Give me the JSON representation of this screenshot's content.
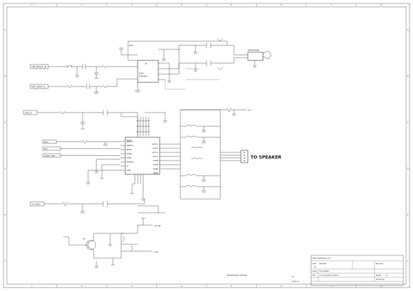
{
  "border": {
    "top_numbers": [
      "1",
      "2",
      "3",
      "4",
      "5",
      "6",
      "7",
      "8"
    ],
    "side_letters": [
      "A",
      "B",
      "C",
      "D",
      "E",
      "F"
    ]
  },
  "headphone_section": {
    "ic_ref": "U10",
    "ic_part": "TDA2822",
    "inputs": [
      "HP_ROUT_R",
      "HP_LOUT_L"
    ],
    "jack_label": "HEADPHONE"
  },
  "amp_section": {
    "ic_ref": "U14",
    "input": "LINE_IN",
    "left_pins": [
      "INPUT1",
      "INPUT2",
      "MUTE",
      "SHDN",
      "GAIN",
      "BYPASS",
      "TJ",
      "GND"
    ],
    "right_pins": [
      "OUT1+",
      "OUT1-",
      "OUT2+",
      "OUT2-",
      "PVDD",
      "PVDD",
      "PGND",
      "PGND"
    ],
    "mic_labels": [
      "MIC+",
      "MIC-",
      "AUDIO_GND"
    ],
    "speaker_label": "TO SPEAKER",
    "supply": "+5V"
  },
  "bottom_section": {
    "input": "AV_MUTE",
    "transistor": "Q5",
    "rails": [
      "+5V_SB",
      "+12V"
    ]
  },
  "title_block": {
    "company": "http://www.elec.com",
    "board": "MAIN BOARD TCB-958",
    "size_label": "Size",
    "size": "A3",
    "number_label": "Number",
    "revision_label": "Revision",
    "date_label": "Date",
    "date": "8-13-2008",
    "sheet_label": "Sheet",
    "sheet": "of",
    "file_label": "File",
    "file": "C:\\Audio\\Amp.SchDoc",
    "drawn_label": "Drawn By",
    "version": "V1",
    "page": "1/OF 11"
  }
}
